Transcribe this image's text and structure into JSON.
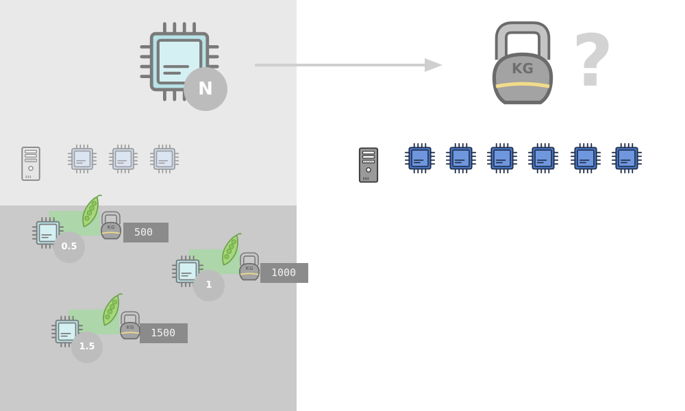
{
  "header": {
    "cpu_badge": "N",
    "kettlebell_label": "KG",
    "question_mark": "?"
  },
  "left_panel": {
    "rows": [
      {
        "cpu_multiplier": "0.5",
        "weight": "500",
        "kg": "KG"
      },
      {
        "cpu_multiplier": "1",
        "weight": "1000",
        "kg": "KG"
      },
      {
        "cpu_multiplier": "1.5",
        "weight": "1500",
        "kg": "KG"
      }
    ]
  },
  "colors": {
    "cpu_light_fill": "#b7e2e6",
    "cpu_blue_fill": "#4a78c9",
    "panel_light": "#e8e9e8",
    "panel_dark": "#c9cac9",
    "weight_box": "#8b8b8b",
    "pea_green": "#9ccf6b"
  },
  "icons": [
    "cpu-chip-icon",
    "server-tower-icon",
    "kettlebell-icon",
    "pea-pod-icon",
    "arrow-right-icon"
  ]
}
